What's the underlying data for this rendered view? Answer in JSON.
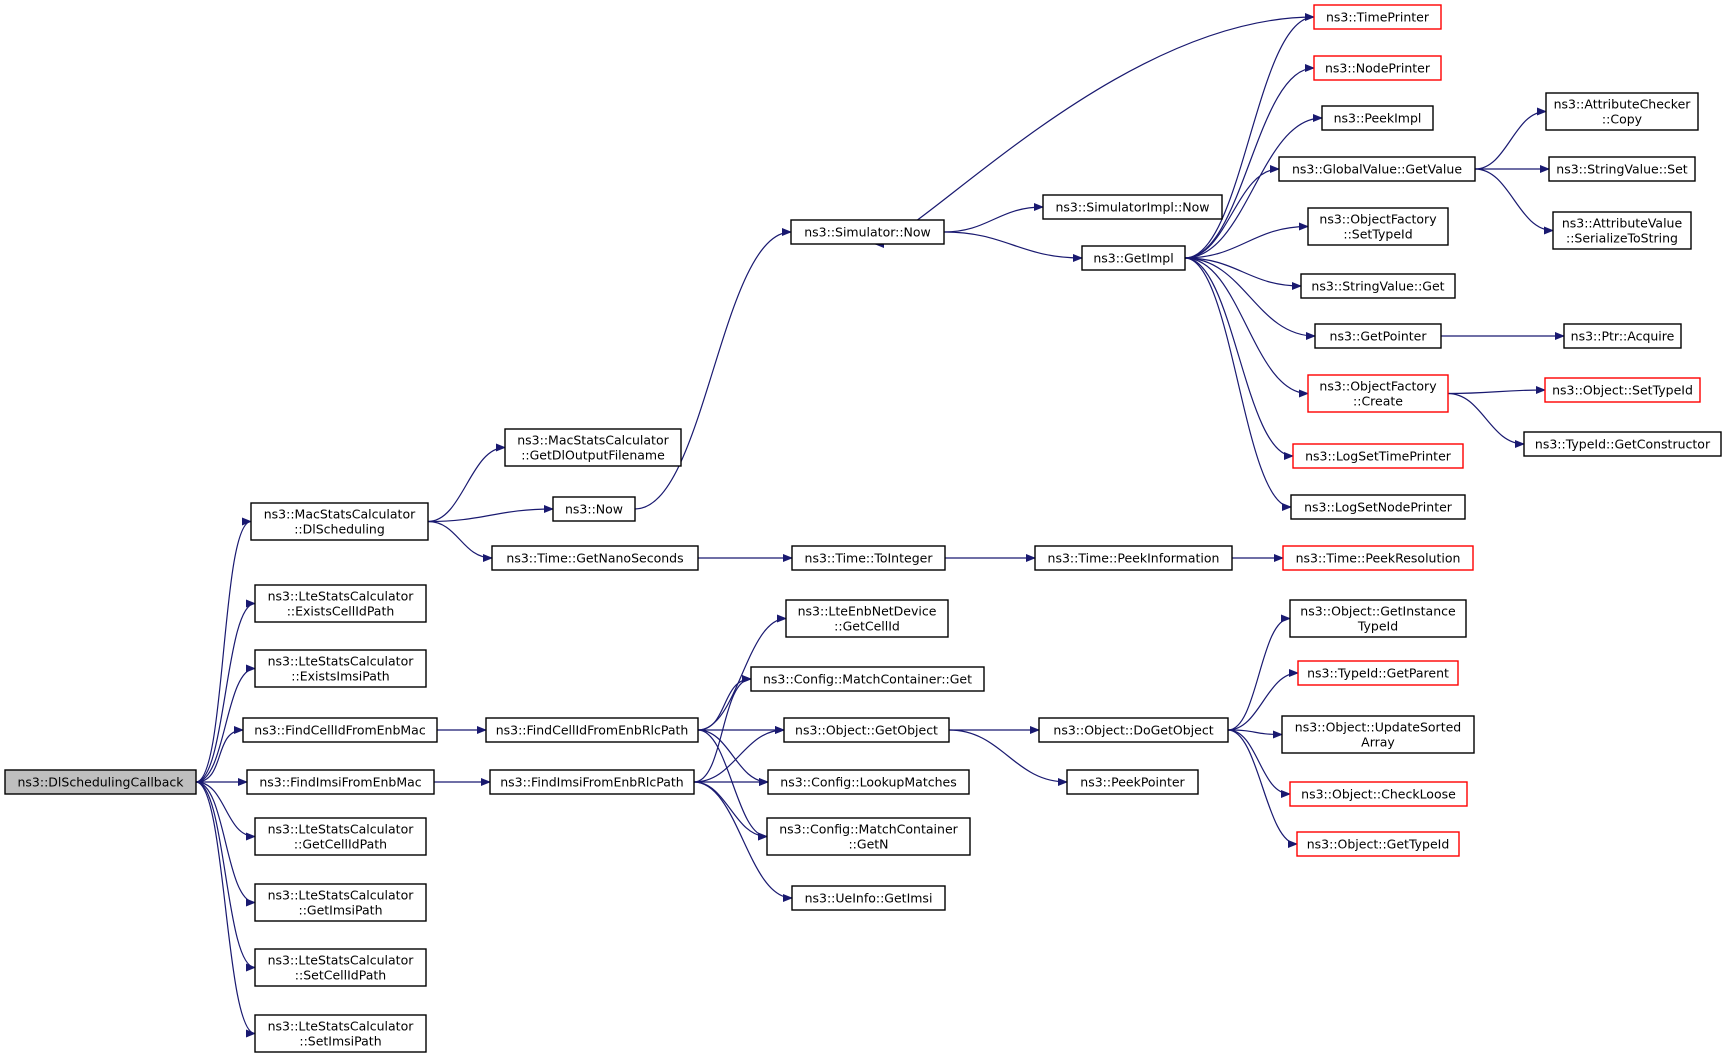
{
  "colors": {
    "edge": "#191970",
    "node_border": "#000000",
    "external_border": "#ff0000",
    "root_fill": "#bfbfbf",
    "node_fill": "#ffffff"
  },
  "nodes": [
    {
      "id": "root",
      "label": [
        "ns3::DlSchedulingCallback"
      ],
      "style": "root"
    },
    {
      "id": "macdl",
      "label": [
        "ns3::MacStatsCalculator",
        "::DlScheduling"
      ],
      "style": "normal"
    },
    {
      "id": "existscell",
      "label": [
        "ns3::LteStatsCalculator",
        "::ExistsCellIdPath"
      ],
      "style": "normal"
    },
    {
      "id": "existsimsi",
      "label": [
        "ns3::LteStatsCalculator",
        "::ExistsImsiPath"
      ],
      "style": "normal"
    },
    {
      "id": "findcellmac",
      "label": [
        "ns3::FindCellIdFromEnbMac"
      ],
      "style": "normal"
    },
    {
      "id": "findimsimac",
      "label": [
        "ns3::FindImsiFromEnbMac"
      ],
      "style": "normal"
    },
    {
      "id": "getcellpath",
      "label": [
        "ns3::LteStatsCalculator",
        "::GetCellIdPath"
      ],
      "style": "normal"
    },
    {
      "id": "getimsipath",
      "label": [
        "ns3::LteStatsCalculator",
        "::GetImsiPath"
      ],
      "style": "normal"
    },
    {
      "id": "setcellpath",
      "label": [
        "ns3::LteStatsCalculator",
        "::SetCellIdPath"
      ],
      "style": "normal"
    },
    {
      "id": "setimsipath",
      "label": [
        "ns3::LteStatsCalculator",
        "::SetImsiPath"
      ],
      "style": "normal"
    },
    {
      "id": "getdlfile",
      "label": [
        "ns3::MacStatsCalculator",
        "::GetDlOutputFilename"
      ],
      "style": "normal"
    },
    {
      "id": "now",
      "label": [
        "ns3::Now"
      ],
      "style": "normal"
    },
    {
      "id": "getnano",
      "label": [
        "ns3::Time::GetNanoSeconds"
      ],
      "style": "normal"
    },
    {
      "id": "findcellrlc",
      "label": [
        "ns3::FindCellIdFromEnbRlcPath"
      ],
      "style": "normal"
    },
    {
      "id": "findimsirlc",
      "label": [
        "ns3::FindImsiFromEnbRlcPath"
      ],
      "style": "normal"
    },
    {
      "id": "simnow",
      "label": [
        "ns3::Simulator::Now"
      ],
      "style": "normal"
    },
    {
      "id": "toint",
      "label": [
        "ns3::Time::ToInteger"
      ],
      "style": "normal"
    },
    {
      "id": "ltecell",
      "label": [
        "ns3::LteEnbNetDevice",
        "::GetCellId"
      ],
      "style": "normal"
    },
    {
      "id": "mcget",
      "label": [
        "ns3::Config::MatchContainer::Get"
      ],
      "style": "normal"
    },
    {
      "id": "getobject",
      "label": [
        "ns3::Object::GetObject"
      ],
      "style": "normal"
    },
    {
      "id": "lookup",
      "label": [
        "ns3::Config::LookupMatches"
      ],
      "style": "normal"
    },
    {
      "id": "mcgetn",
      "label": [
        "ns3::Config::MatchContainer",
        "::GetN"
      ],
      "style": "normal"
    },
    {
      "id": "ueimsi",
      "label": [
        "ns3::UeInfo::GetImsi"
      ],
      "style": "normal"
    },
    {
      "id": "simimplnow",
      "label": [
        "ns3::SimulatorImpl::Now"
      ],
      "style": "normal"
    },
    {
      "id": "getimpl",
      "label": [
        "ns3::GetImpl"
      ],
      "style": "normal"
    },
    {
      "id": "peekinfo",
      "label": [
        "ns3::Time::PeekInformation"
      ],
      "style": "normal"
    },
    {
      "id": "dogetobject",
      "label": [
        "ns3::Object::DoGetObject"
      ],
      "style": "normal"
    },
    {
      "id": "peekptr",
      "label": [
        "ns3::PeekPointer"
      ],
      "style": "normal"
    },
    {
      "id": "timeprinter",
      "label": [
        "ns3::TimePrinter"
      ],
      "style": "external"
    },
    {
      "id": "nodeprinter",
      "label": [
        "ns3::NodePrinter"
      ],
      "style": "external"
    },
    {
      "id": "peekimpl",
      "label": [
        "ns3::PeekImpl"
      ],
      "style": "normal"
    },
    {
      "id": "gvgetvalue",
      "label": [
        "ns3::GlobalValue::GetValue"
      ],
      "style": "normal"
    },
    {
      "id": "ofsettypeid",
      "label": [
        "ns3::ObjectFactory",
        "::SetTypeId"
      ],
      "style": "normal"
    },
    {
      "id": "svget",
      "label": [
        "ns3::StringValue::Get"
      ],
      "style": "normal"
    },
    {
      "id": "getpointer",
      "label": [
        "ns3::GetPointer"
      ],
      "style": "normal"
    },
    {
      "id": "ofcreate",
      "label": [
        "ns3::ObjectFactory",
        "::Create"
      ],
      "style": "external"
    },
    {
      "id": "logtime",
      "label": [
        "ns3::LogSetTimePrinter"
      ],
      "style": "external"
    },
    {
      "id": "lognode",
      "label": [
        "ns3::LogSetNodePrinter"
      ],
      "style": "normal"
    },
    {
      "id": "peekres",
      "label": [
        "ns3::Time::PeekResolution"
      ],
      "style": "external"
    },
    {
      "id": "instancetid",
      "label": [
        "ns3::Object::GetInstance",
        "TypeId"
      ],
      "style": "normal"
    },
    {
      "id": "getparent",
      "label": [
        "ns3::TypeId::GetParent"
      ],
      "style": "external"
    },
    {
      "id": "updsorted",
      "label": [
        "ns3::Object::UpdateSorted",
        "Array"
      ],
      "style": "normal"
    },
    {
      "id": "checkloose",
      "label": [
        "ns3::Object::CheckLoose"
      ],
      "style": "external"
    },
    {
      "id": "objgettid",
      "label": [
        "ns3::Object::GetTypeId"
      ],
      "style": "external"
    },
    {
      "id": "acopy",
      "label": [
        "ns3::AttributeChecker",
        "::Copy"
      ],
      "style": "normal"
    },
    {
      "id": "svset",
      "label": [
        "ns3::StringValue::Set"
      ],
      "style": "normal"
    },
    {
      "id": "avser",
      "label": [
        "ns3::AttributeValue",
        "::SerializeToString"
      ],
      "style": "normal"
    },
    {
      "id": "ptracq",
      "label": [
        "ns3::Ptr::Acquire"
      ],
      "style": "normal"
    },
    {
      "id": "objsettid",
      "label": [
        "ns3::Object::SetTypeId"
      ],
      "style": "external"
    },
    {
      "id": "getctor",
      "label": [
        "ns3::TypeId::GetConstructor"
      ],
      "style": "normal"
    }
  ],
  "edges": [
    [
      "root",
      "macdl"
    ],
    [
      "root",
      "existscell"
    ],
    [
      "root",
      "existsimsi"
    ],
    [
      "root",
      "findcellmac"
    ],
    [
      "root",
      "findimsimac"
    ],
    [
      "root",
      "getcellpath"
    ],
    [
      "root",
      "getimsipath"
    ],
    [
      "root",
      "setcellpath"
    ],
    [
      "root",
      "setimsipath"
    ],
    [
      "macdl",
      "getdlfile"
    ],
    [
      "macdl",
      "now"
    ],
    [
      "macdl",
      "getnano"
    ],
    [
      "now",
      "simnow"
    ],
    [
      "simnow",
      "simimplnow"
    ],
    [
      "simnow",
      "getimpl"
    ],
    [
      "getimpl",
      "timeprinter"
    ],
    [
      "getimpl",
      "nodeprinter"
    ],
    [
      "getimpl",
      "peekimpl"
    ],
    [
      "getimpl",
      "gvgetvalue"
    ],
    [
      "getimpl",
      "ofsettypeid"
    ],
    [
      "getimpl",
      "svget"
    ],
    [
      "getimpl",
      "getpointer"
    ],
    [
      "getimpl",
      "ofcreate"
    ],
    [
      "getimpl",
      "logtime"
    ],
    [
      "getimpl",
      "lognode"
    ],
    [
      "timeprinter",
      "simnow"
    ],
    [
      "gvgetvalue",
      "acopy"
    ],
    [
      "gvgetvalue",
      "svset"
    ],
    [
      "gvgetvalue",
      "avser"
    ],
    [
      "getpointer",
      "ptracq"
    ],
    [
      "ofcreate",
      "objsettid"
    ],
    [
      "ofcreate",
      "getctor"
    ],
    [
      "getnano",
      "toint"
    ],
    [
      "toint",
      "peekinfo"
    ],
    [
      "peekinfo",
      "peekres"
    ],
    [
      "findcellmac",
      "findcellrlc"
    ],
    [
      "findimsimac",
      "findimsirlc"
    ],
    [
      "findcellrlc",
      "ltecell"
    ],
    [
      "findcellrlc",
      "mcget"
    ],
    [
      "findcellrlc",
      "getobject"
    ],
    [
      "findcellrlc",
      "lookup"
    ],
    [
      "findcellrlc",
      "mcgetn"
    ],
    [
      "findimsirlc",
      "mcget"
    ],
    [
      "findimsirlc",
      "getobject"
    ],
    [
      "findimsirlc",
      "lookup"
    ],
    [
      "findimsirlc",
      "mcgetn"
    ],
    [
      "findimsirlc",
      "ueimsi"
    ],
    [
      "getobject",
      "dogetobject"
    ],
    [
      "getobject",
      "peekptr"
    ],
    [
      "dogetobject",
      "instancetid"
    ],
    [
      "dogetobject",
      "getparent"
    ],
    [
      "dogetobject",
      "updsorted"
    ],
    [
      "dogetobject",
      "checkloose"
    ],
    [
      "dogetobject",
      "objgettid"
    ]
  ]
}
